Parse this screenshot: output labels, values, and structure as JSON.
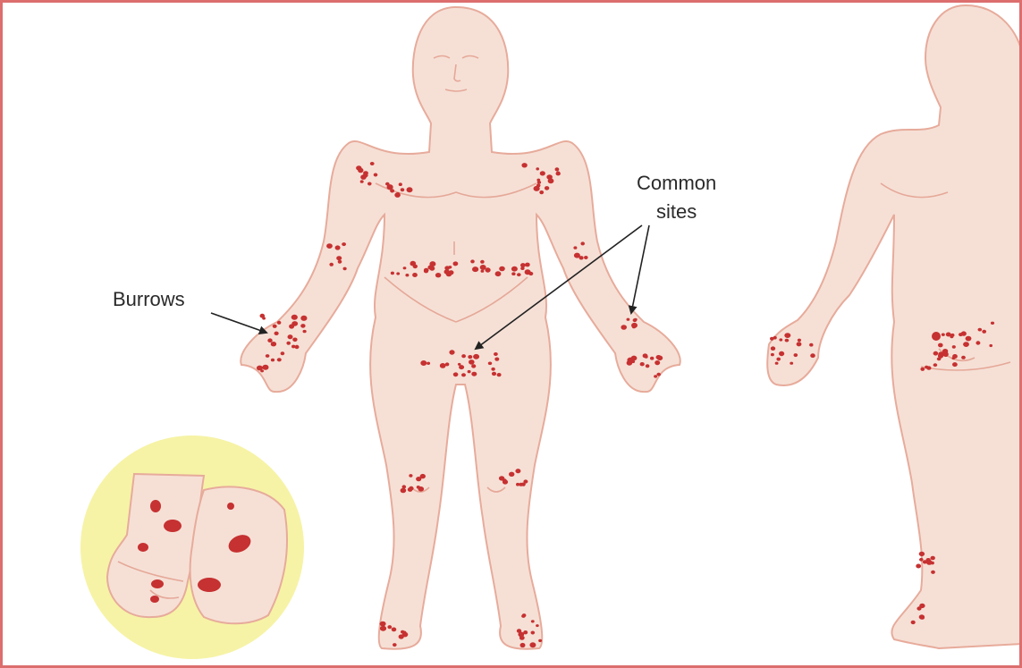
{
  "labels": {
    "burrows": "Burrows",
    "common": "Common",
    "sites": "sites"
  },
  "colors": {
    "skin": "#f6e0d6",
    "skin_outline": "#e7ab9b",
    "lesion": "#c63131",
    "inset_background": "#f6f3a6",
    "frame": "#dc6e6e"
  }
}
